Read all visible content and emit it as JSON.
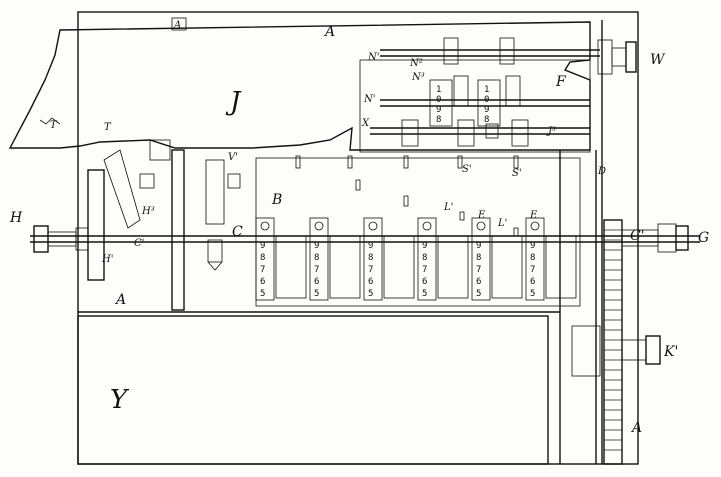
{
  "drawing": {
    "labels": {
      "A_top": "A",
      "A_top_box": "A",
      "A_left": "A",
      "A_right": "A",
      "J": "J",
      "Y": "Y",
      "B": "B",
      "C": "C",
      "C_prime": "C'",
      "C_left": "C'",
      "F": "F",
      "W": "W",
      "H": "H",
      "G": "G",
      "K": "K'",
      "T": "T",
      "T2": "T",
      "V": "V'",
      "D": "D",
      "E1": "E",
      "E2": "E",
      "L1": "L'",
      "L2": "L'",
      "S1": "S'",
      "S2": "S'",
      "J3": "J³",
      "H1": "H'",
      "H3": "H³",
      "N1": "N'",
      "N2": "N'",
      "N3": "N²",
      "N4": "N³",
      "X": "X"
    },
    "wheel_digits": [
      "9",
      "8",
      "7",
      "6",
      "5"
    ],
    "upper_digits": [
      "1",
      "0",
      "9",
      "8"
    ]
  }
}
